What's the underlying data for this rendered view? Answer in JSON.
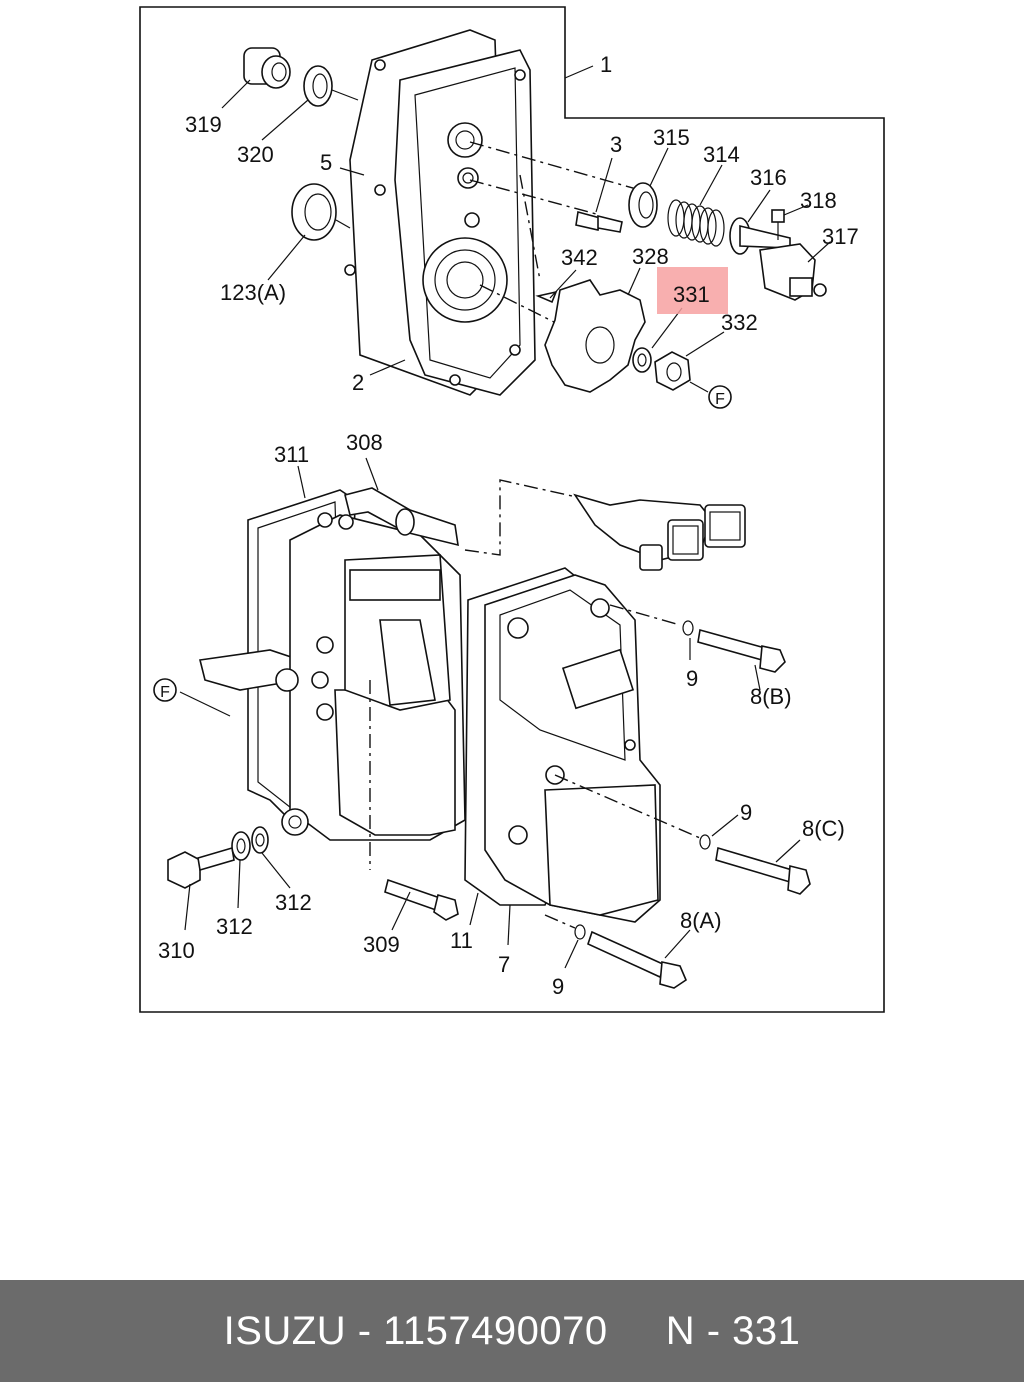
{
  "callouts": {
    "c1": "1",
    "c2": "2",
    "c3": "3",
    "c5": "5",
    "c7": "7",
    "c8a": "8(A)",
    "c8b": "8(B)",
    "c8c": "8(C)",
    "c9a": "9",
    "c9b": "9",
    "c9c": "9",
    "c11": "11",
    "c123a": "123(A)",
    "c308": "308",
    "c309": "309",
    "c310": "310",
    "c311": "311",
    "c312a": "312",
    "c312b": "312",
    "c314": "314",
    "c315": "315",
    "c316": "316",
    "c317": "317",
    "c318": "318",
    "c319": "319",
    "c320": "320",
    "c328": "328",
    "c331": "331",
    "c332": "332",
    "c342": "342",
    "markerF1": "F",
    "markerF2": "F"
  },
  "highlight": {
    "part": "331",
    "color": "#f7a1a1"
  },
  "footer": {
    "brand": "ISUZU",
    "part_number": "1157490070",
    "ref": "N - 331",
    "text": "ISUZU - 1157490070     N - 331"
  }
}
